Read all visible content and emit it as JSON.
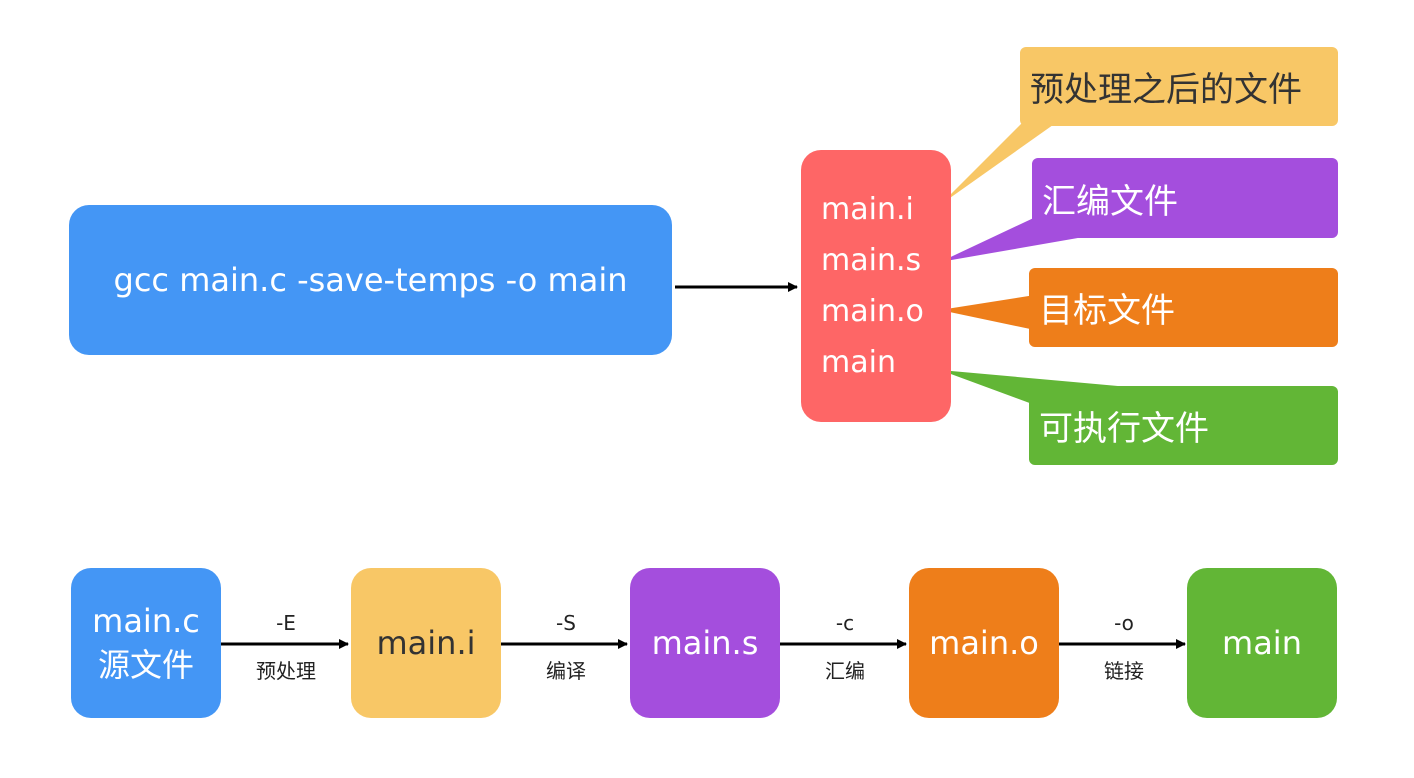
{
  "colors": {
    "blue": "#4496F5",
    "red": "#FE6666",
    "yellow": "#F8C766",
    "purple": "#A44EDD",
    "orange": "#EE7E1A",
    "green": "#62B636"
  },
  "command": "gcc main.c -save-temps -o main",
  "outputs": [
    "main.i",
    "main.s",
    "main.o",
    "main"
  ],
  "callouts": {
    "preprocessed": "预处理之后的文件",
    "assembly": "汇编文件",
    "object": "目标文件",
    "executable": "可执行文件"
  },
  "pipeline": {
    "source": {
      "name": "main.c",
      "desc": "源文件"
    },
    "stages": [
      "main.i",
      "main.s",
      "main.o",
      "main"
    ],
    "steps": [
      {
        "flag": "-E",
        "label": "预处理"
      },
      {
        "flag": "-S",
        "label": "编译"
      },
      {
        "flag": "-c",
        "label": "汇编"
      },
      {
        "flag": "-o",
        "label": "链接"
      }
    ]
  }
}
